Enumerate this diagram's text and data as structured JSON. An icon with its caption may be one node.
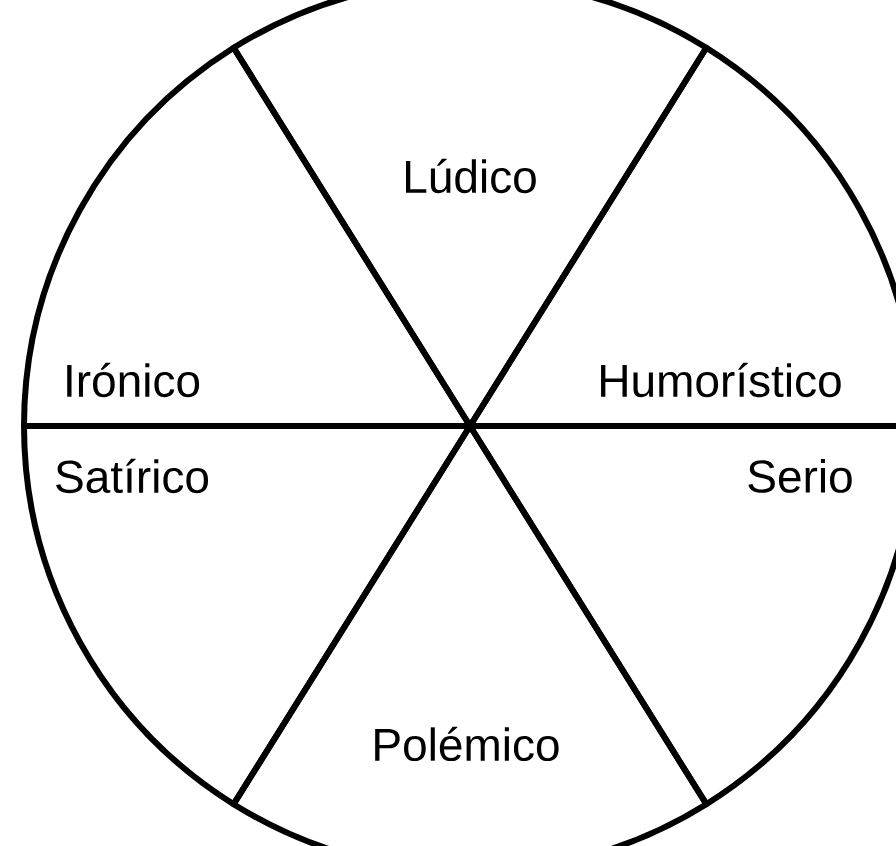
{
  "diagram": {
    "nodes": [
      {
        "text": [
          "Lúdico"
        ]
      },
      {
        "text": [
          "Irónico"
        ]
      },
      {
        "text": [
          "Humorístico"
        ]
      },
      {
        "text": [
          "Satírico"
        ]
      },
      {
        "text": [
          "Serio"
        ]
      },
      {
        "text": [
          "Polémico"
        ]
      }
    ]
  }
}
